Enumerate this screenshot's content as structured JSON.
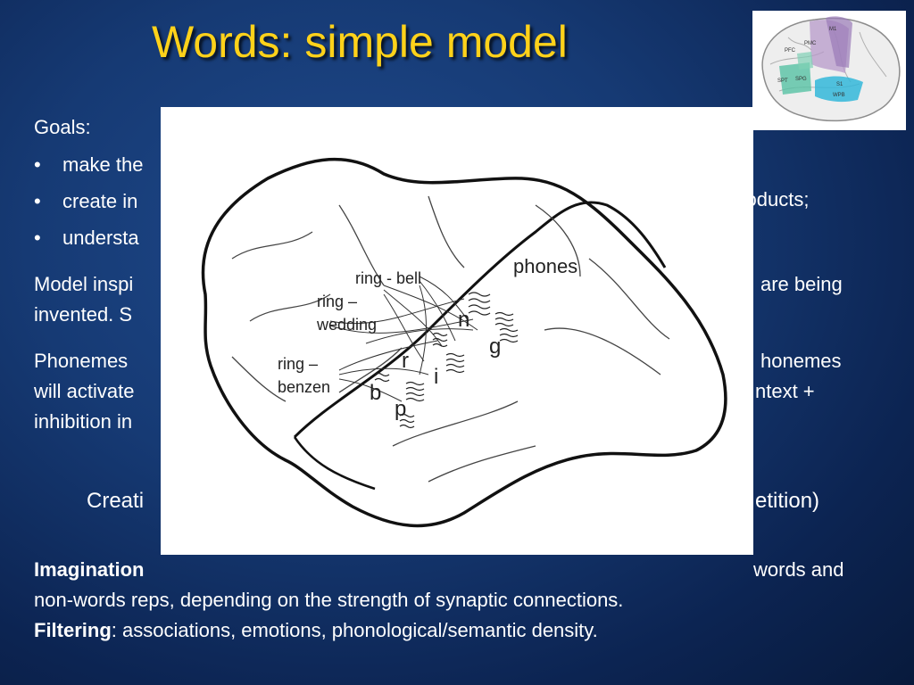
{
  "slide": {
    "title": "Words: simple model",
    "goals_label": "Goals:",
    "bullets": [
      {
        "marker": "•",
        "text": "make the"
      },
      {
        "marker": "•",
        "text": "create in",
        "tail": "products;"
      },
      {
        "marker": "•",
        "text": "understa"
      }
    ],
    "model_para": {
      "line1_left": "Model inspi",
      "line1_right": "are being",
      "line2_left": "invented. S"
    },
    "phonemes_para": {
      "line1_left": "Phonemes",
      "line1_right": "honemes",
      "line2_left": "will activate",
      "line2_right": "ntext +",
      "line3_left": "inhibition in"
    },
    "center_line": {
      "left": "Creati",
      "right": "etition)"
    },
    "imagination": {
      "bold_word": "Imagination",
      "line1_rest": "words and",
      "line2": "non-words reps, depending on the strength of synaptic connections.",
      "filter_bold": "Filtering",
      "filter_rest": ": associations, emotions, phonological/semantic density."
    }
  },
  "figure": {
    "labels": {
      "phones": "phones",
      "ring_bell": "ring - bell",
      "ring_wedding_1": "ring –",
      "ring_wedding_2": "wedding",
      "ring_benzen_1": "ring –",
      "ring_benzen_2": "benzen",
      "n": "n",
      "g": "g",
      "r": "r",
      "i": "i",
      "b": "b",
      "p": "p"
    }
  },
  "thumbnail": {
    "labels": [
      "M1",
      "PMC",
      "PFC",
      "SPT",
      "SPG",
      "S1",
      "WPB"
    ],
    "colors": {
      "purple": "#b79ac9",
      "green": "#56c2a4",
      "cyan": "#33b7d9"
    }
  },
  "colors": {
    "title": "#ffd21a",
    "text": "#ffffff",
    "background": "#163a74"
  }
}
